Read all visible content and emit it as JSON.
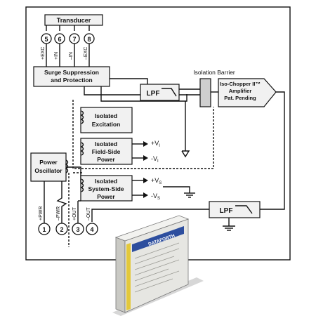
{
  "diagram": {
    "transducer": {
      "label": "Transducer"
    },
    "input_terminals": {
      "numbers": [
        "5",
        "6",
        "7",
        "8"
      ],
      "labels": [
        "+EXC",
        "+IN",
        "–IN",
        "–EXC"
      ]
    },
    "surge": {
      "line1": "Surge Suppression",
      "line2": "and Protection"
    },
    "isolation_barrier": "Isolation Barrier",
    "lpf_input": "LPF",
    "amplifier": {
      "line1": "Iso-Chopper II™",
      "line2": "Amplifier",
      "line3": "Pat. Pending"
    },
    "isolated_excitation": {
      "line1": "Isolated",
      "line2": "Excitation"
    },
    "field_power": {
      "line1": "Isolated",
      "line2": "Field-Side",
      "line3": "Power",
      "plus": "+V",
      "minus": "-V",
      "sub": "I"
    },
    "power_oscillator": {
      "line1": "Power",
      "line2": "Oscillator"
    },
    "system_power": {
      "line1": "Isolated",
      "line2": "System-Side",
      "line3": "Power",
      "plus": "+V",
      "minus": "-V",
      "sub": "S"
    },
    "lpf_output": "LPF",
    "output_terminals": {
      "numbers": [
        "1",
        "2",
        "3",
        "4"
      ],
      "labels": [
        "+PWR",
        "–PWR",
        "+OUT",
        "–OUT"
      ]
    }
  },
  "module_photo": {
    "brand_text": "DATAFORTH",
    "color_body": "#e6e6e2",
    "color_label": "#2d4e9e"
  },
  "colors": {
    "line": "#111111",
    "box_fill": "#f1f1f1",
    "background": "#ffffff"
  }
}
